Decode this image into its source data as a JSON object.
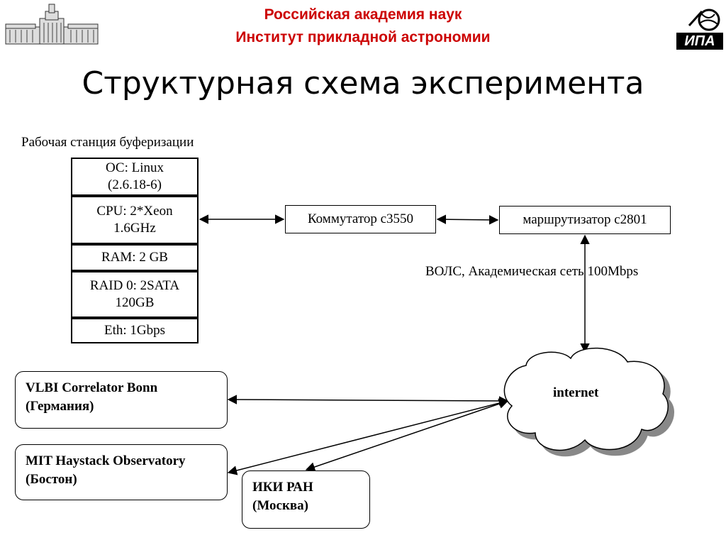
{
  "header": {
    "line1": "Российская академия наук",
    "line2": "Институт прикладной астрономии",
    "color": "#cc0000"
  },
  "logos": {
    "left": "academy-building-logo",
    "right": "ipa-logo",
    "right_text": "ИПА"
  },
  "title": "Структурная схема эксперимента",
  "workstation": {
    "label": "Рабочая станция буферизации",
    "os_1": "ОС: Linux",
    "os_2": "(2.6.18-6)",
    "cpu_1": "CPU: 2*Xeon",
    "cpu_2": "1.6GHz",
    "ram": "RAM: 2 GB",
    "raid_1": "RAID 0: 2SATA",
    "raid_2": "120GB",
    "eth": "Eth: 1Gbps"
  },
  "network": {
    "switch": "Коммутатор с3550",
    "router": "маршрутизатор с2801",
    "link": "ВОЛС, Академическая сеть 100Mbps",
    "cloud": "internet"
  },
  "sites": {
    "bonn_1": "VLBI Correlator Bonn",
    "bonn_2": "(Германия)",
    "mit_1": "MIT Haystack Observatory",
    "mit_2": "(Бостон)",
    "iki_1": "ИКИ РАН",
    "iki_2": "(Москва)"
  }
}
